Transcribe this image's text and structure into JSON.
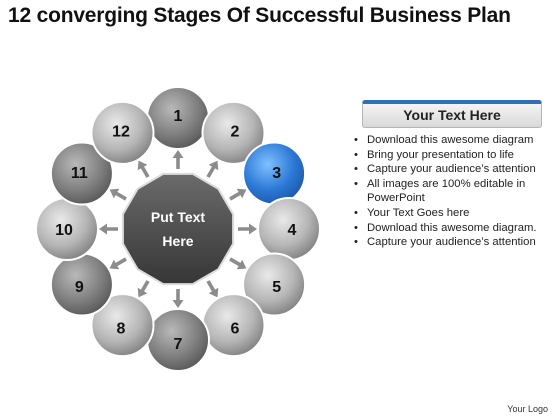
{
  "title": "12 converging Stages Of Successful Business Plan",
  "center_text": [
    "Put Text",
    "Here"
  ],
  "stages": [
    "1",
    "2",
    "3",
    "4",
    "5",
    "6",
    "7",
    "8",
    "9",
    "10",
    "11",
    "12"
  ],
  "highlighted_stage": "3",
  "colors": {
    "circle": "#9a9a9a",
    "highlight": "#2b78d6",
    "center": "#4a4a4a",
    "arrow": "#8c8c8c",
    "header_accent": "#2f6fb4"
  },
  "panel": {
    "header": "Your Text Here",
    "bullets": [
      "Download this awesome diagram",
      "Bring your presentation to life",
      "Capture your audience’s attention",
      "All images are 100% editable in PowerPoint",
      "Your Text Goes here",
      "Download this awesome diagram.",
      "Capture your audience’s attention"
    ]
  },
  "logo": "Your Logo"
}
